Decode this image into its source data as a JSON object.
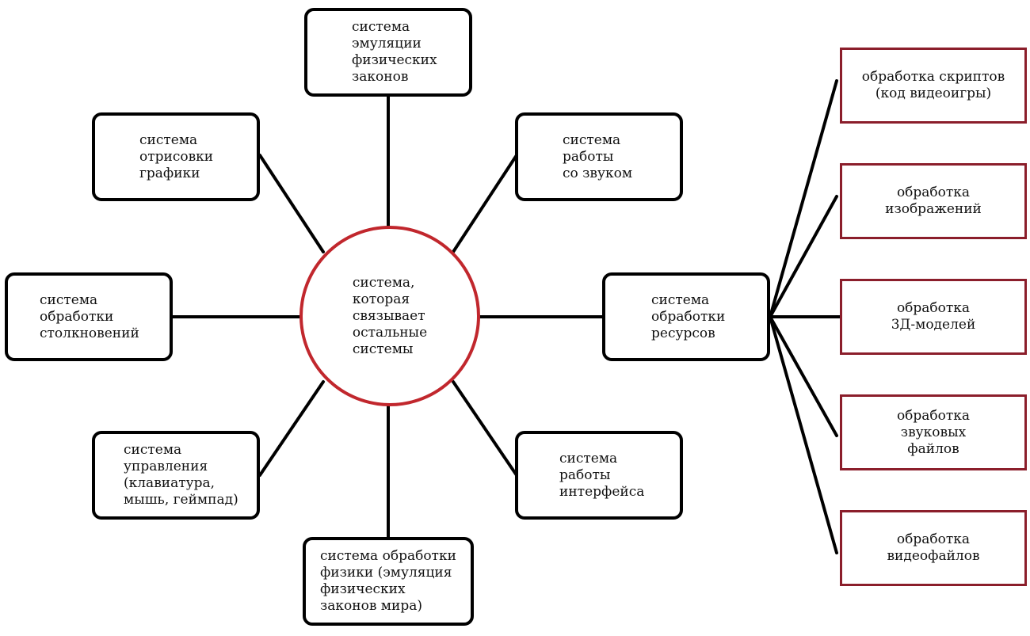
{
  "hub": {
    "label": "система,\nкоторая\nсвязывает\nостальные\nсистемы"
  },
  "systems": {
    "physics_emulation": "система\nэмуляции\nфизических\nзаконов",
    "graphics": "система\nотрисовки\nграфики",
    "sound": "система\nработы\nсо звуком",
    "collisions": "система\nобработки\nстолкновений",
    "resources": "система\nобработки\nресурсов",
    "controls": "система\nуправления\n(клавиатура,\nмышь, геймпад)",
    "interface": "система\nработы\nинтерфейса",
    "physics": "система обработки\nфизики (эмуляция\nфизических\nзаконов мира)"
  },
  "resource_types": {
    "scripts": "обработка скриптов\n(код видеоигры)",
    "images": "обработка\nизображений",
    "models": "обработка\n3Д-моделей",
    "sound_files": "обработка\nзвуковых\nфайлов",
    "video_files": "обработка\nвидеофайлов"
  },
  "colors": {
    "hub_border": "#c1272d",
    "resource_border": "#8b1e2b",
    "box_border": "#000000"
  }
}
